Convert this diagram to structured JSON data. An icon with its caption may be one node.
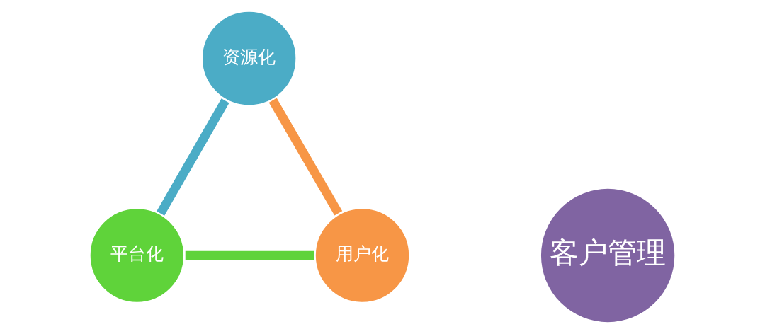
{
  "diagram": {
    "nodes": [
      {
        "text": [
          "资源化"
        ]
      },
      {
        "text": [
          "客户管理"
        ]
      },
      {
        "text": [
          "用户化"
        ]
      },
      {
        "text": [
          "平台化"
        ]
      }
    ],
    "edges": [
      {
        "from": 0,
        "to": 3,
        "arrow": "none",
        "color": "#4bacc6"
      },
      {
        "from": 3,
        "to": 2,
        "arrow": "none",
        "color": "#5fd33a"
      },
      {
        "from": 2,
        "to": 0,
        "arrow": "none",
        "color": "#f79646"
      }
    ]
  }
}
